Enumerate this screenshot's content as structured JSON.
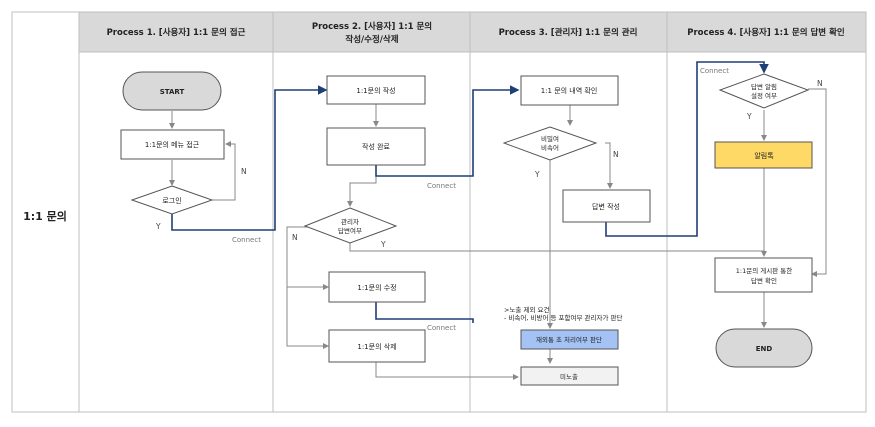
{
  "row_label": "1:1 문의",
  "lanes": [
    {
      "title": "Process 1. [사용자] 1:1 문의 접근"
    },
    {
      "title_line1": "Process 2. [사용자] 1:1 문의",
      "title_line2": "작성/수정/삭제"
    },
    {
      "title": "Process 3. [관리자] 1:1 문의 관리"
    },
    {
      "title": "Process 4. [사용자] 1:1 문의 답변 확인"
    }
  ],
  "nodes": {
    "start": "START",
    "menu_access": "1:1문의 메뉴 접근",
    "login": "로그인",
    "write": "1:1문의 작성",
    "write_done": "작성 완료",
    "admin_answer_line1": "관리자",
    "admin_answer_line2": "답변여부",
    "edit": "1:1문의 수정",
    "delete": "1:1문의 삭제",
    "list_check": "1:1 문의 내역 확인",
    "secret_line1": "비밀여",
    "secret_line2": "비속어",
    "answer_write": "답변 작성",
    "spam": "재외통 초 처리여부 판단",
    "hidden": "미노출",
    "notify_line1": "답변 알림",
    "notify_line2": "설정 여부",
    "alimtalk": "알림톡",
    "board_check_line1": "1:1문의 게시판 통한",
    "board_check_line2": "답변 확인",
    "end": "END"
  },
  "note": {
    "line1": ">노출 제외 요건",
    "line2": "- 비속어, 비방어 등 포함여부 관리자가 판단"
  },
  "labels": {
    "connect": "Connect",
    "yes": "Y",
    "no": "N"
  },
  "colors": {
    "connector": "#1f3f77",
    "arrow": "#888888",
    "header_bg": "#d9d9d9",
    "terminal_fill": "#d9d9d9",
    "highlight_yellow": "#ffd966",
    "highlight_blue": "#a4c2f4",
    "hidden_fill": "#f2f2f2"
  }
}
